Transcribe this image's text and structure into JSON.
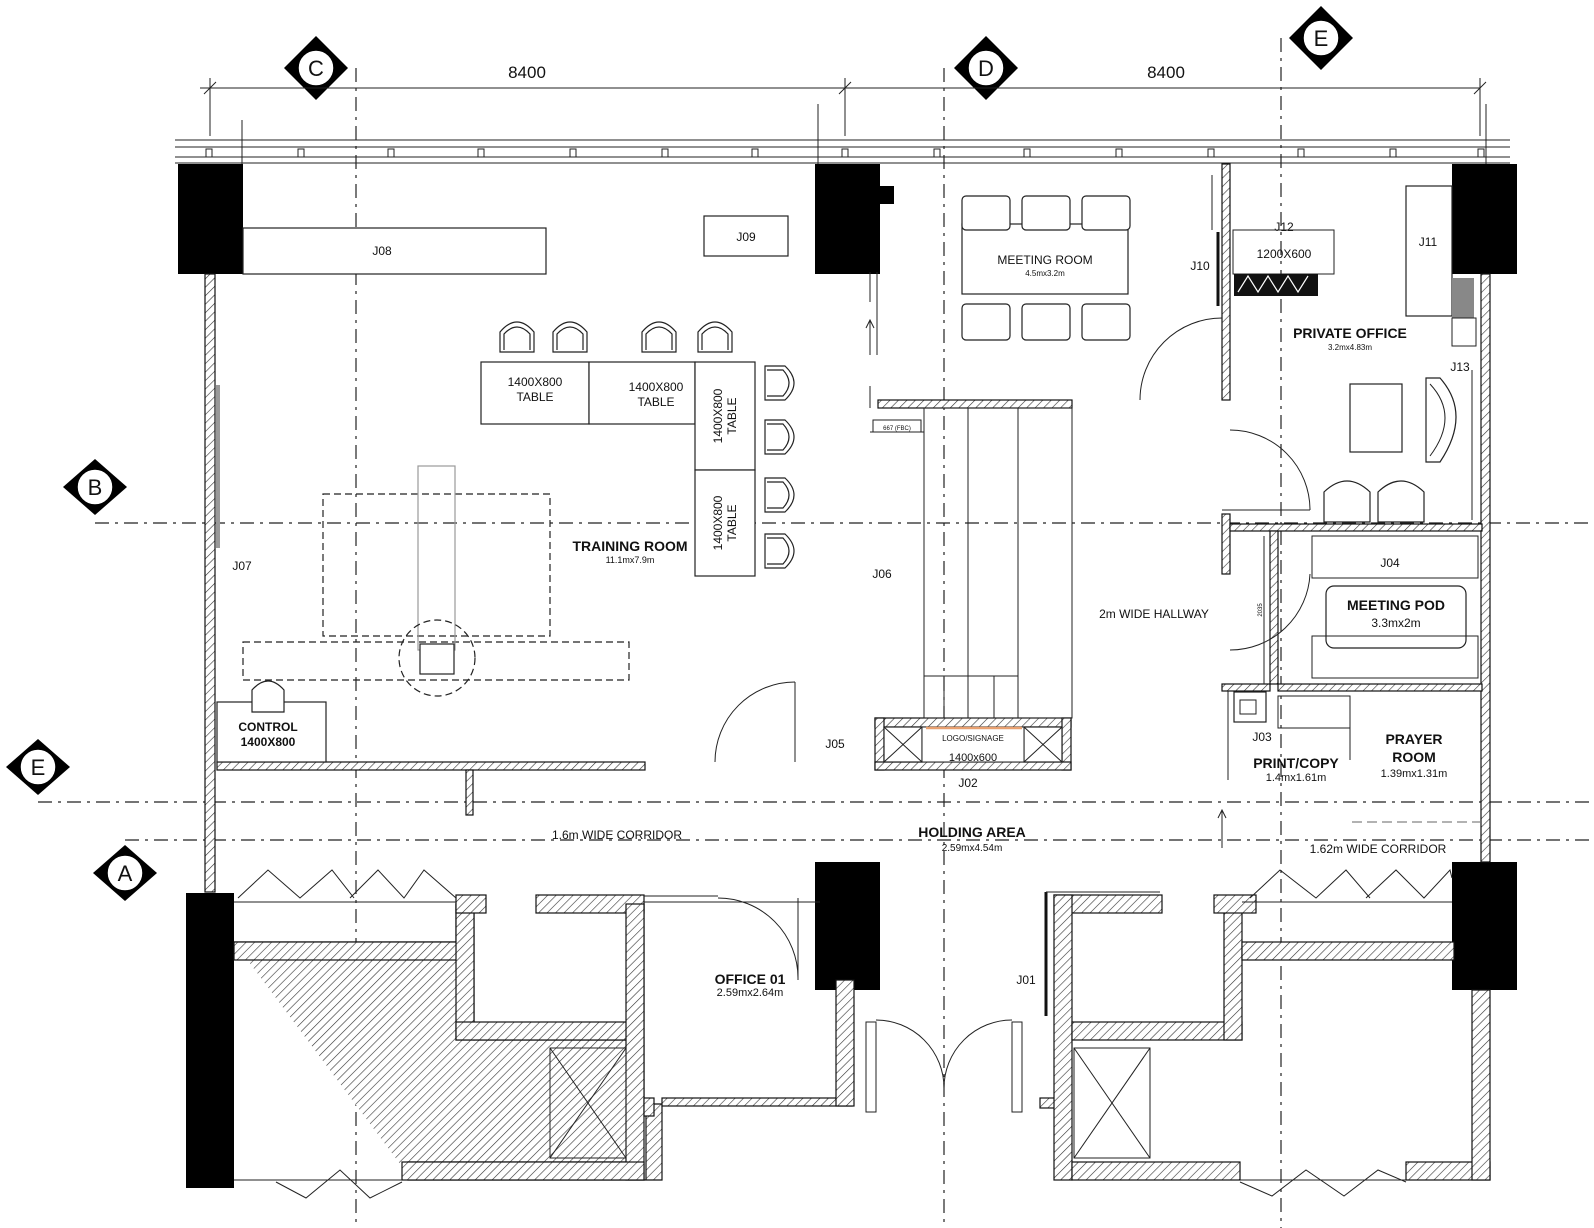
{
  "grid": {
    "c": "C",
    "d": "D",
    "e_top": "E",
    "b": "B",
    "e_left": "E",
    "a": "A"
  },
  "dims": {
    "left": "8400",
    "right": "8400"
  },
  "rooms": {
    "training_name": "TRAINING ROOM",
    "training_size": "11.1mx7.9m",
    "meeting_name": "MEETING ROOM",
    "meeting_size": "4.5mx3.2m",
    "private_name": "PRIVATE OFFICE",
    "private_size": "3.2mx4.83m",
    "pod_name": "MEETING POD",
    "pod_size": "3.3mx2m",
    "prayer_l1": "PRAYER",
    "prayer_l2": "ROOM",
    "prayer_size": "1.39mx1.31m",
    "print_name": "PRINT/COPY",
    "print_size": "1.4mx1.61m",
    "holding_name": "HOLDING AREA",
    "holding_size": "2.59mx4.54m",
    "office_name": "OFFICE 01",
    "office_size": "2.59mx2.64m",
    "hallway": "2m WIDE HALLWAY",
    "corridor_left": "1.6m WIDE CORRIDOR",
    "corridor_right": "1.62m WIDE CORRIDOR"
  },
  "tags": {
    "j01": "J01",
    "j02": "J02",
    "j03": "J03",
    "j04": "J04",
    "j05": "J05",
    "j06": "J06",
    "j07": "J07",
    "j08": "J08",
    "j09": "J09",
    "j10": "J10",
    "j11": "J11",
    "j12": "J12",
    "j13": "J13"
  },
  "furniture": {
    "table": "TABLE",
    "size_1400x800": "1400X800",
    "control": "CONTROL",
    "control_size": "1400X800",
    "j12_size": "1200X600",
    "logo": "LOGO/SIGNAGE",
    "reception_size": "1400x600",
    "small_dim": "667 (FBC)",
    "pod_dim": "2035"
  }
}
